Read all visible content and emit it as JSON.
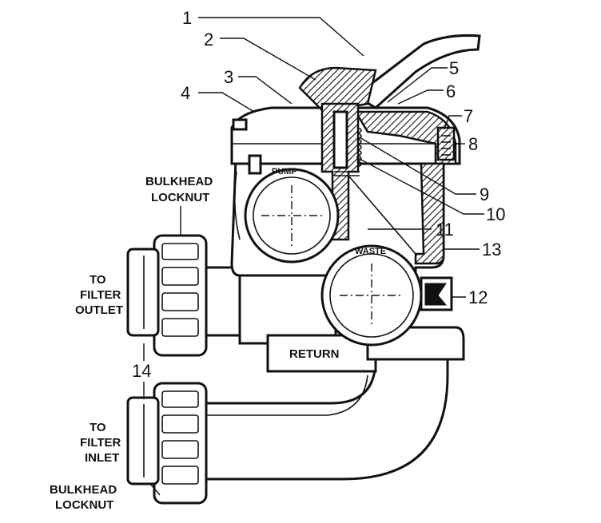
{
  "callouts": [
    "1",
    "2",
    "3",
    "4",
    "5",
    "6",
    "7",
    "8",
    "9",
    "10",
    "11",
    "12",
    "13",
    "14"
  ],
  "labels": {
    "bulkhead_locknut_top": [
      "BULKHEAD",
      "LOCKNUT"
    ],
    "to_filter_outlet": [
      "TO",
      "FILTER",
      "OUTLET"
    ],
    "to_filter_inlet": [
      "TO",
      "FILTER",
      "INLET"
    ],
    "bulkhead_locknut_bottom": [
      "BULKHEAD",
      "LOCKNUT"
    ],
    "return": "RETURN",
    "pump": "PUMP",
    "waste": "WASTE"
  }
}
